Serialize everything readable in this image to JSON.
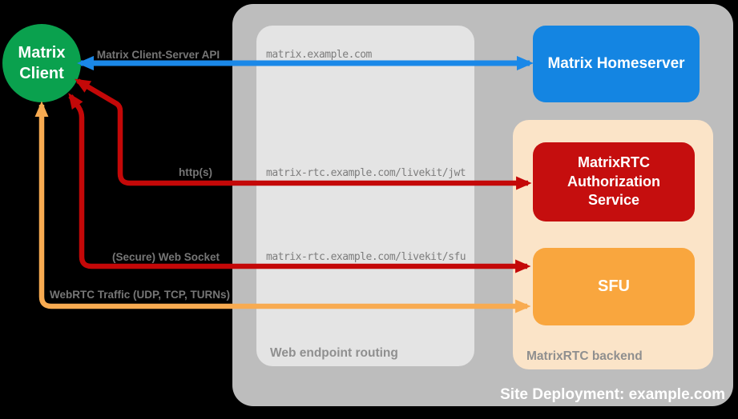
{
  "canvas": {
    "background": "#000000"
  },
  "client": {
    "line1": "Matrix",
    "line2": "Client",
    "color": "#0aa14e",
    "text_color": "#ffffff"
  },
  "deployment": {
    "label": "Site Deployment: example.com",
    "color": "#bdbdbd",
    "label_color": "#ffffff"
  },
  "routing": {
    "label": "Web endpoint routing",
    "color": "#e4e4e4",
    "label_color": "#8f8f8f",
    "endpoints": [
      "matrix.example.com",
      "matrix-rtc.example.com/livekit/jwt",
      "matrix-rtc.example.com/livekit/sfu"
    ]
  },
  "backend": {
    "label": "MatrixRTC backend",
    "color": "#fbe4c8",
    "label_color": "#8f8f8f"
  },
  "nodes": {
    "homeserver": {
      "label": "Matrix Homeserver",
      "color": "#1485e2"
    },
    "auth_service": {
      "label": "MatrixRTC Authorization Service",
      "color": "#c50e0e"
    },
    "sfu": {
      "label": "SFU",
      "color": "#f9a63e"
    }
  },
  "connections": {
    "client_server_api": {
      "label": "Matrix Client-Server API",
      "color": "#1a88e8"
    },
    "https": {
      "label": "http(s)",
      "color": "#c40808"
    },
    "websocket": {
      "label": "(Secure) Web Socket",
      "color": "#c40808"
    },
    "webrtc": {
      "label": "WebRTC Traffic (UDP, TCP, TURNs)",
      "color": "#f8ab51"
    }
  },
  "ui": {
    "conn_label_color": "#767676",
    "endpoint_text_color": "#7d7d7d"
  }
}
